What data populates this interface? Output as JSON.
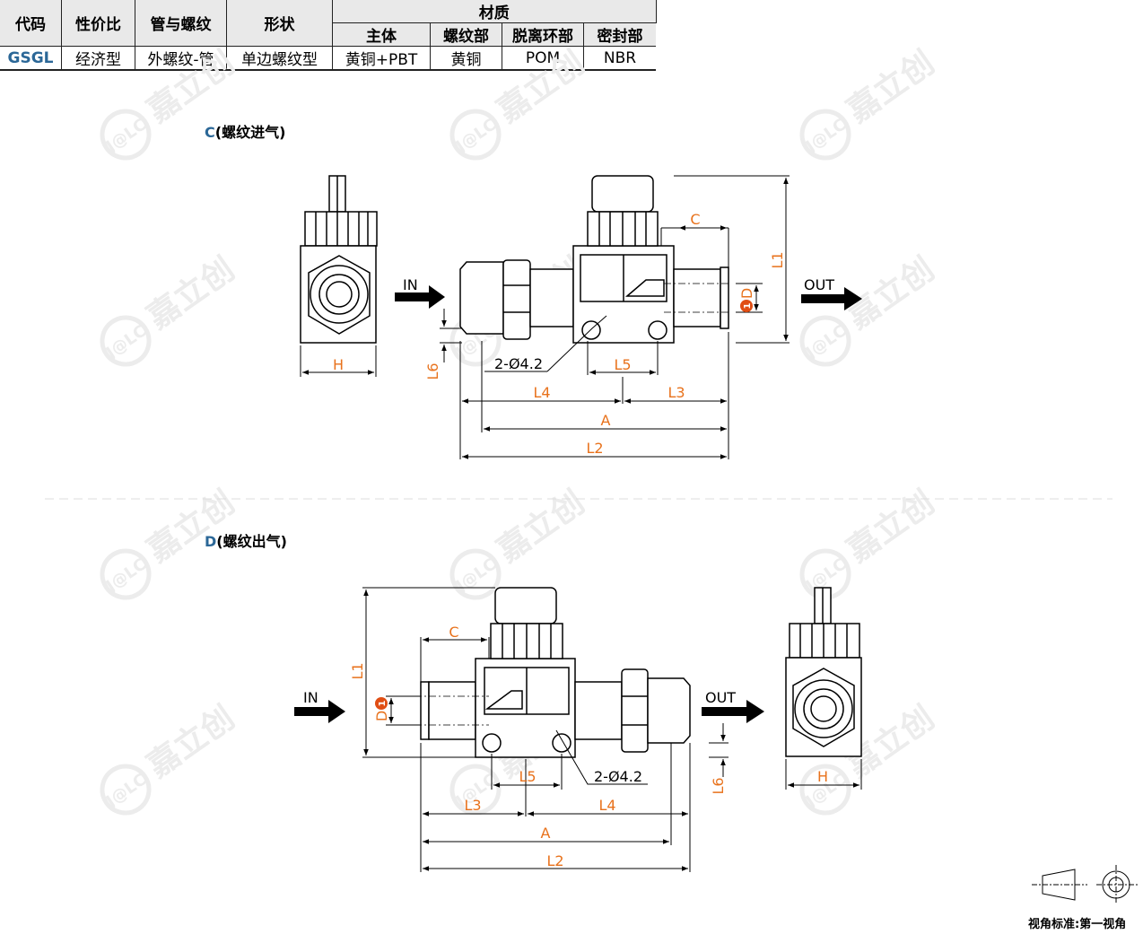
{
  "table": {
    "headers": [
      "代码",
      "性价比",
      "管与螺纹",
      "形状"
    ],
    "material_group": "材质",
    "material_headers": [
      "主体",
      "螺纹部",
      "脱离环部",
      "密封部"
    ],
    "row": [
      "GSGL",
      "经济型",
      "外螺纹-管",
      "单边螺纹型",
      "黄铜+PBT",
      "黄铜",
      "POM",
      "NBR"
    ]
  },
  "section_c": {
    "code": "C",
    "title": "(螺纹进气)"
  },
  "section_d": {
    "code": "D",
    "title": "(螺纹出气)"
  },
  "labels": {
    "in": "IN",
    "out": "OUT",
    "h": "H",
    "c": "C",
    "d": "D",
    "hole": "2-Ø4.2",
    "l1": "L1",
    "l2": "L2",
    "l3": "L3",
    "l4": "L4",
    "l5": "L5",
    "l6": "L6",
    "a": "A",
    "marker": "1"
  },
  "watermark": {
    "brand": "J@LC",
    "text": "嘉立创"
  },
  "view_standard": "视角标准:第一视角",
  "colors": {
    "dimension": "#e8721c",
    "code": "#2b6797",
    "marker": "#e04e14"
  }
}
